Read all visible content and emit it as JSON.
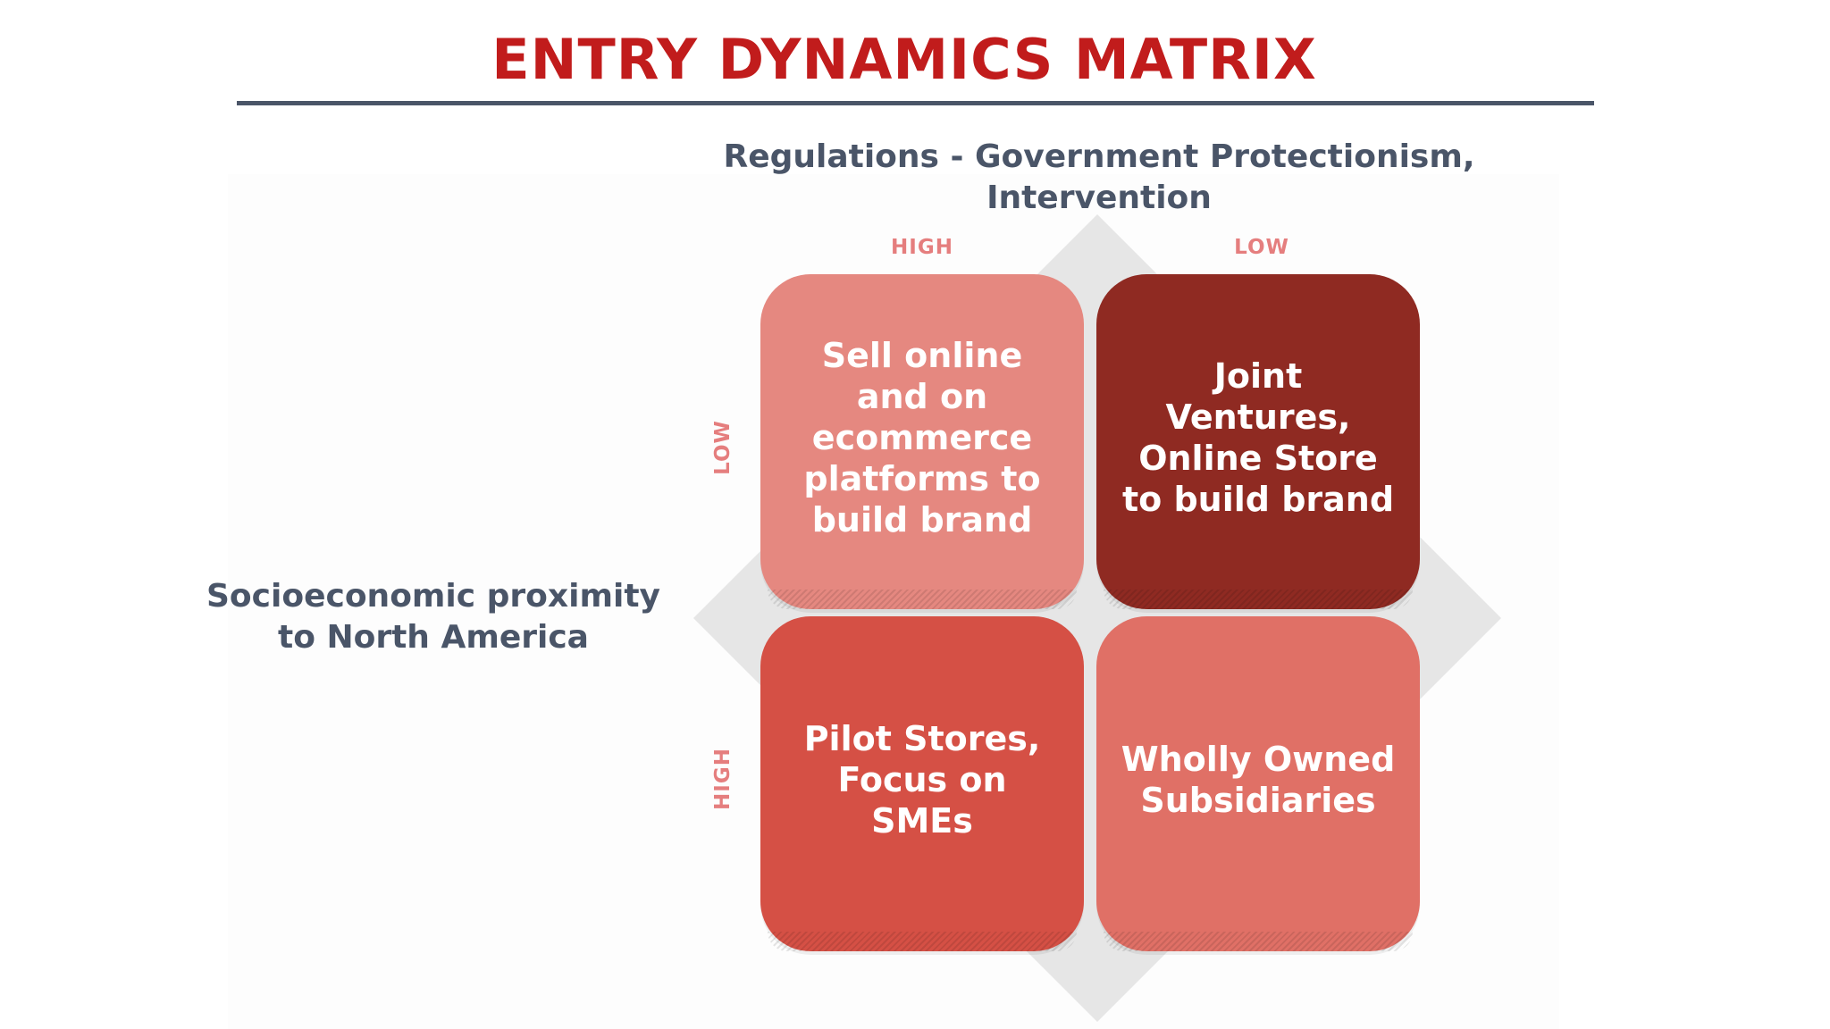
{
  "title": "ENTRY DYNAMICS MATRIX",
  "axes": {
    "top": {
      "title": "Regulations - Government Protectionism, Intervention",
      "left_label": "HIGH",
      "right_label": "LOW"
    },
    "left": {
      "title_line1": "Socioeconomic proximity",
      "title_line2": "to North America",
      "top_label": "LOW",
      "bottom_label": "HIGH"
    }
  },
  "cells": {
    "top_left": "Sell online and on ecommerce platforms to build brand",
    "top_right": "Joint Ventures, Online Store to build brand",
    "bottom_left": "Pilot Stores, Focus on SMEs",
    "bottom_right": "Wholly Owned Subsidiaries"
  },
  "colors": {
    "title": "#c11c1c",
    "axis_text": "#4a5568",
    "level_label": "#e57e7e",
    "cell_top_left": "#e58880",
    "cell_top_right": "#8f2a22",
    "cell_bottom_left": "#d55045",
    "cell_bottom_right": "#e07066",
    "diamond": "#e6e6e6"
  }
}
